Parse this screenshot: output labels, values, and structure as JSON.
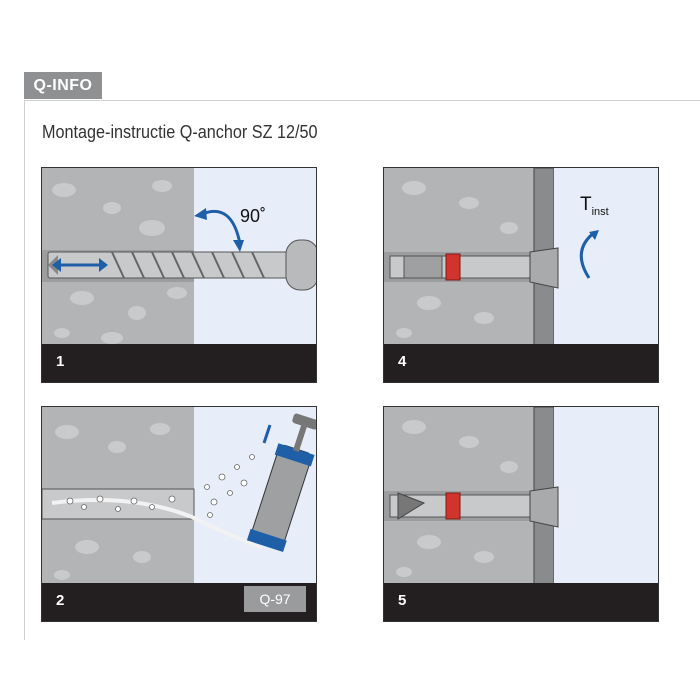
{
  "header": {
    "tag": "Q-INFO",
    "title": "Montage-instructie Q-anchor SZ 12/50"
  },
  "steps": [
    {
      "number": "1",
      "angle_label": "90˚"
    },
    {
      "number": "2",
      "product_badge": "Q-97"
    },
    {
      "number": "4",
      "torque_symbol": "T",
      "torque_subscript": "inst"
    },
    {
      "number": "5"
    }
  ],
  "colors": {
    "concrete": "#b3b4b6",
    "air": "#e8eef9",
    "footer": "#231f20",
    "blue": "#1f5fa8",
    "red": "#d0342c"
  }
}
